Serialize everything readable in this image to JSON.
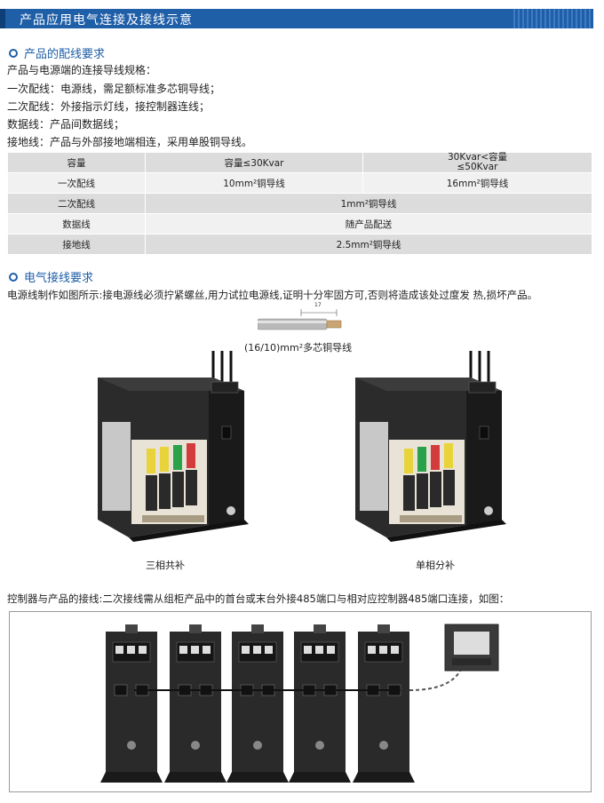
{
  "header": {
    "title": "产品应用电气连接及接线示意"
  },
  "section1": {
    "heading": "产品的配线要求",
    "lines": [
      "产品与电源端的连接导线规格：",
      "一次配线：电源线，需足额标准多芯铜导线；",
      "二次配线：外接指示灯线，接控制器连线；",
      "数据线：产品间数据线；",
      "接地线：产品与外部接地端相连，采用单股铜导线。"
    ]
  },
  "spec_table": {
    "rows": [
      [
        "容量",
        "容量≤30Kvar",
        "30Kvar<容量\n≤50Kvar"
      ],
      [
        "一次配线",
        "10mm²铜导线",
        "16mm²铜导线"
      ],
      [
        "二次配线",
        "1mm²铜导线"
      ],
      [
        "数据线",
        "随产品配送"
      ],
      [
        "接地线",
        "2.5mm²铜导线"
      ]
    ]
  },
  "section2": {
    "heading": "电气接线要求",
    "desc": "电源线制作如图所示:接电源线必须拧紧螺丝,用力试拉电源线,证明十分牢固方可,否则将造成该处过度发 热,损坏产品。",
    "cable_dim": "17",
    "cable_label": "(16/10)mm²多芯铜导线",
    "unit_captions": [
      "三相共补",
      "单相分补"
    ],
    "controller_text": "控制器与产品的接线:二次接线需从组柜产品中的首台或末台外接485端口与相对应控制器485端口连接，如图："
  }
}
